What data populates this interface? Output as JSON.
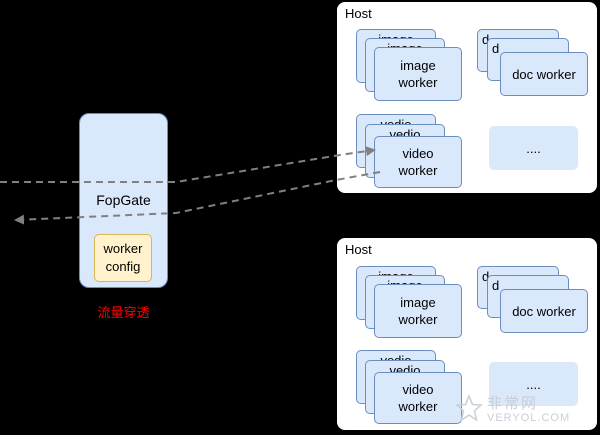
{
  "hosts": [
    {
      "label": "Host",
      "image_stack": [
        "image",
        "image",
        "image\nworker"
      ],
      "doc_stack": [
        "d",
        "d",
        "doc worker"
      ],
      "video_stack": [
        "vedio",
        "vedio",
        "video\nworker"
      ],
      "more": "...."
    },
    {
      "label": "Host",
      "image_stack": [
        "image",
        "image",
        "image\nworker"
      ],
      "doc_stack": [
        "d",
        "d",
        "doc worker"
      ],
      "video_stack": [
        "vedio",
        "vedio",
        "video\nworker"
      ],
      "more": "...."
    }
  ],
  "fopgate": {
    "label": "FopGate",
    "config": "worker\nconfig"
  },
  "caption": "流量穿透",
  "watermark": {
    "cn": "非常网",
    "en": "VERYOL.COM"
  },
  "colors": {
    "worker_fill": "#dae8fc",
    "worker_stroke": "#6c8ebf",
    "config_fill": "#fff2cc",
    "config_stroke": "#d6b656",
    "arrow": "#808080",
    "caption": "#ff0000"
  }
}
